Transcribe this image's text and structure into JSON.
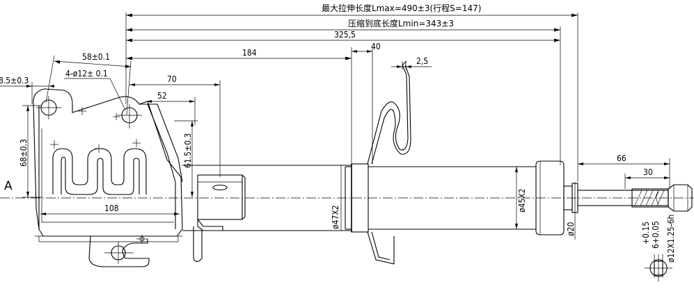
{
  "title_lines": {
    "max_length": "最大拉伸长度Lmax=490±3(行程S=147)",
    "min_length": "压缩到底长度Lmin=343±3"
  },
  "section_label": "A",
  "dimensions": {
    "d_325_5": "325,5",
    "d_40": "40",
    "d_2_5": "2,5",
    "d_184": "184",
    "d_58": "58±0.1",
    "d_holes": "4-ø12± 0.1",
    "d_70": "70",
    "d_52": "52",
    "d_8_5": "8.5±0.3",
    "d_68": "68±0.3",
    "d_61_5": "61.5±0.3",
    "d_108": "108",
    "d_dia47": "ø47X2",
    "d_dia45": "ø45X2",
    "d_dia20": "ø20",
    "d_66": "66",
    "d_30": "30",
    "d_thread": "ø12X1.25-6h",
    "d_tol_upper": "+0.15",
    "d_tol_main": "6+0.05"
  }
}
